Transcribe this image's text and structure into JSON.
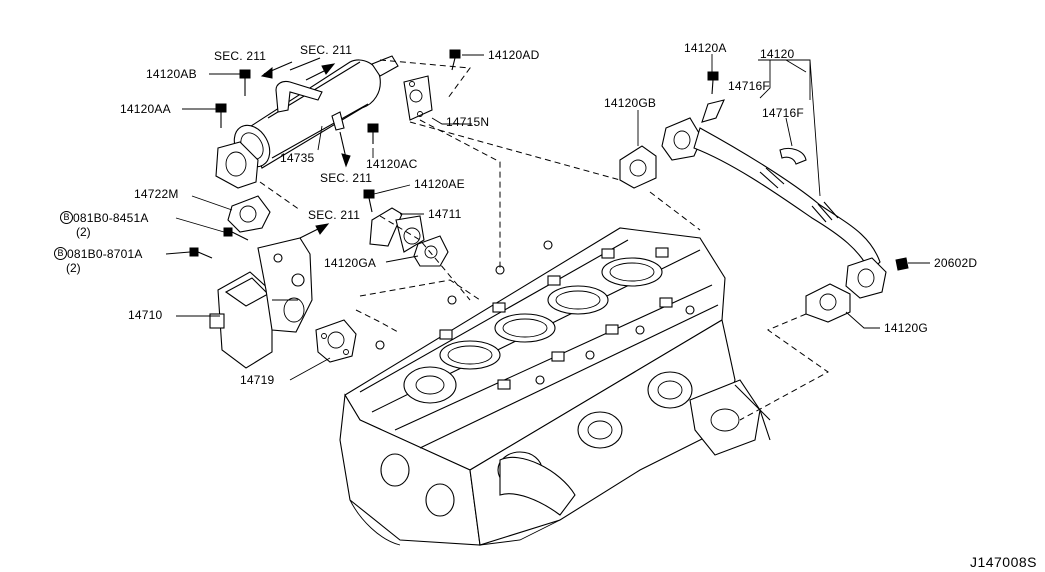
{
  "callouts": {
    "sec211_top_left": "SEC. 211",
    "sec211_top_right": "SEC. 211",
    "sec211_bottom": "SEC. 211",
    "sec211_middle": "SEC. 211",
    "p14120AB": "14120AB",
    "p14120AA": "14120AA",
    "p14120AD": "14120AD",
    "p14715N": "14715N",
    "p14735": "14735",
    "p14120AC": "14120AC",
    "p14722M": "14722M",
    "p14120AE": "14120AE",
    "p14711": "14711",
    "p08180_8451A": "081B0-8451A",
    "p08180_8451A_qty": "(2)",
    "p08180_8701A": "081B0-8701A",
    "p08180_8701A_qty": "(2)",
    "bolt_mark": "B",
    "p14120GA": "14120GA",
    "p14710": "14710",
    "p14719": "14719",
    "p14120A": "14120A",
    "p14120": "14120",
    "p14716F_a": "14716F",
    "p14716F_b": "14716F",
    "p14120GB": "14120GB",
    "p20602D": "20602D",
    "p14120G": "14120G"
  },
  "diagram_code": "J147008S"
}
